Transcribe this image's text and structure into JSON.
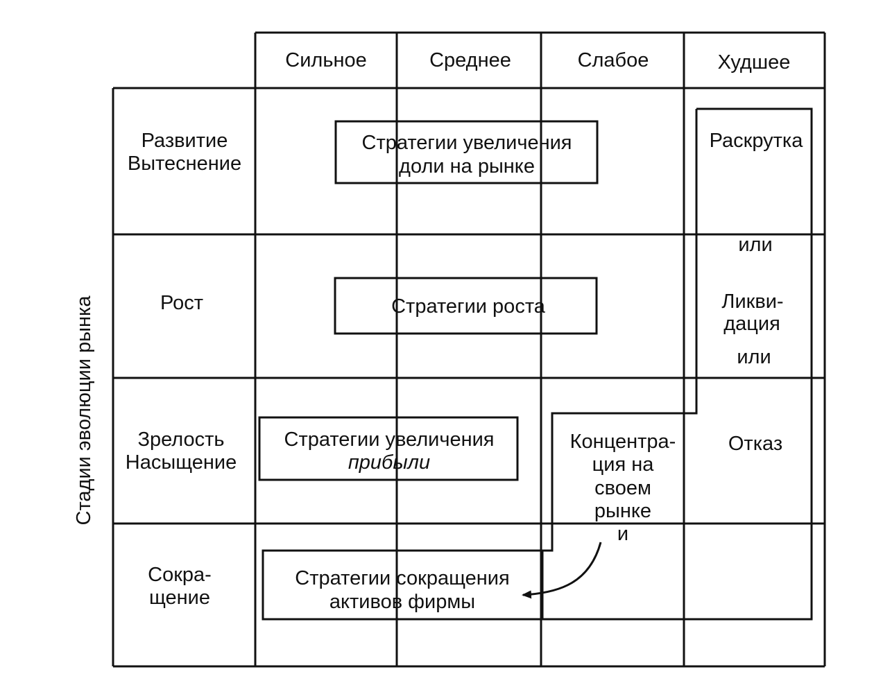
{
  "columns": [
    "Сильное",
    "Среднее",
    "Слабое",
    "Худшее"
  ],
  "rows": [
    [
      "Развитие",
      "Вытеснение"
    ],
    [
      "Рост"
    ],
    [
      "Зрелость",
      "Насыщение"
    ],
    [
      "Сокра-",
      "щение"
    ]
  ],
  "axis_label": "Стадии эволюции рынка",
  "boxes": {
    "share": [
      "Стратегии увеличения",
      "доли на рынке"
    ],
    "growth": [
      "Стратегии роста"
    ],
    "profit": [
      "Стратегии увеличения",
      "прибыли"
    ],
    "reduce": [
      "Стратегии сокращения",
      "активов фирмы"
    ]
  },
  "right_column": {
    "spin": "Раскрутка",
    "or1": "или",
    "liq1": "Ликви-",
    "liq2": "дация",
    "or2": "или",
    "refuse": "Отказ"
  },
  "concentration": [
    "Концентра-",
    "ция на",
    "своем",
    "рынке",
    "и"
  ]
}
